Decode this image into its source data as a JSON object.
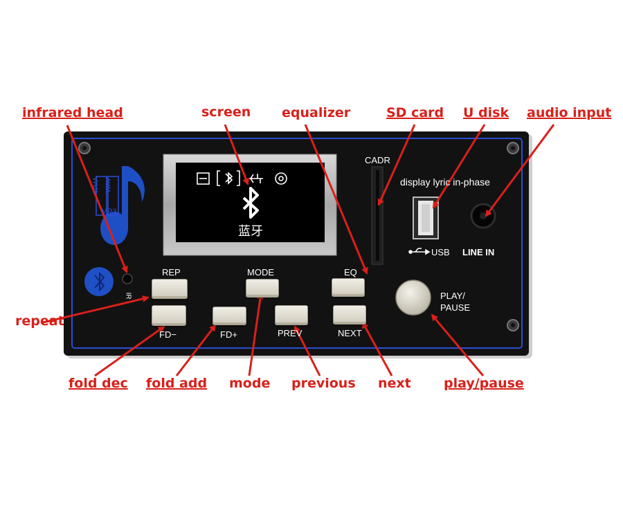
{
  "panel": {
    "screen_icon_text": "蓝牙",
    "logo_formats": [
      "WMA",
      "WAV",
      "MP3"
    ],
    "ir_label": "IR",
    "card_slot_label": "CADR",
    "lyric_label": "display lyric in-phase",
    "usb_label": "USB",
    "line_in_label": "LINE IN",
    "buttons": {
      "rep": "REP",
      "mode": "MODE",
      "eq": "EQ",
      "fd_minus": "FD−",
      "fd_plus": "FD+",
      "prev": "PREV",
      "next": "NEXT",
      "play_pause": [
        "PLAY/",
        "PAUSE"
      ]
    }
  },
  "callouts": {
    "infrared_head": "infrared head",
    "screen": "screen",
    "equalizer": "equalizer",
    "sd_card": "SD card",
    "u_disk": "U disk",
    "audio_input": "audio input",
    "repeat": "repeat",
    "fold_dec": "fold dec",
    "fold_add": "fold add",
    "mode": "mode",
    "previous": "previous",
    "next": "next",
    "play_pause": "play/pause"
  },
  "colors": {
    "callout_red": "#d9201a",
    "panel_black": "#121212",
    "panel_border_blue": "#2a4fd6",
    "screen_bg": "#000000",
    "button_face": "#e3dfd2",
    "logo_blue": "#1f4fc4"
  }
}
